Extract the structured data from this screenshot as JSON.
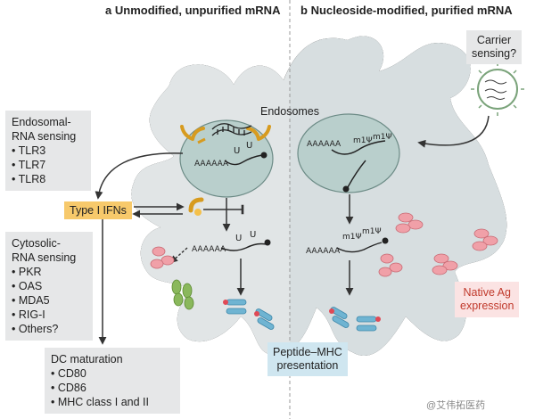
{
  "titles": {
    "a_letter": "a",
    "a_text": "Unmodified, unpurified mRNA",
    "b_letter": "b",
    "b_text": "Nucleoside-modified, purified mRNA"
  },
  "endosomes_label": "Endosomes",
  "endosomal_box": {
    "heading_line1": "Endosomal-",
    "heading_line2": "RNA sensing",
    "items": [
      "TLR3",
      "TLR7",
      "TLR8"
    ]
  },
  "ifn_label": "Type I IFNs",
  "cytosolic_box": {
    "heading_line1": "Cytosolic-",
    "heading_line2": "RNA sensing",
    "items": [
      "PKR",
      "OAS",
      "MDA5",
      "RIG-I",
      "Others?"
    ]
  },
  "dc_box": {
    "heading": "DC maturation",
    "items": [
      "CD80",
      "CD86",
      "MHC class I and II"
    ]
  },
  "peptide_label": {
    "line1": "Peptide–MHC",
    "line2": "presentation"
  },
  "native_label": {
    "line1": "Native Ag",
    "line2": "expression"
  },
  "carrier_label": {
    "line1": "Carrier",
    "line2": "sensing?"
  },
  "mrna": {
    "polyA": "AAAAAA",
    "u_mark": "U",
    "psi_mark": "m1Ψ"
  },
  "watermark": "@艾伟拓医药",
  "colors": {
    "cell": "#e1e5e6",
    "cell_right": "#d7dee0",
    "endosome": "#b9cfcc",
    "ifn": "#f7c96b",
    "receptor": "#f4c04a",
    "antigen": "#f0a0a8",
    "mhc": "#6fb4d2",
    "peptide_box": "#cfe6f0",
    "native_box": "#fbe3e3",
    "native_text": "#c0392b",
    "sensor": "#8ab85c"
  }
}
